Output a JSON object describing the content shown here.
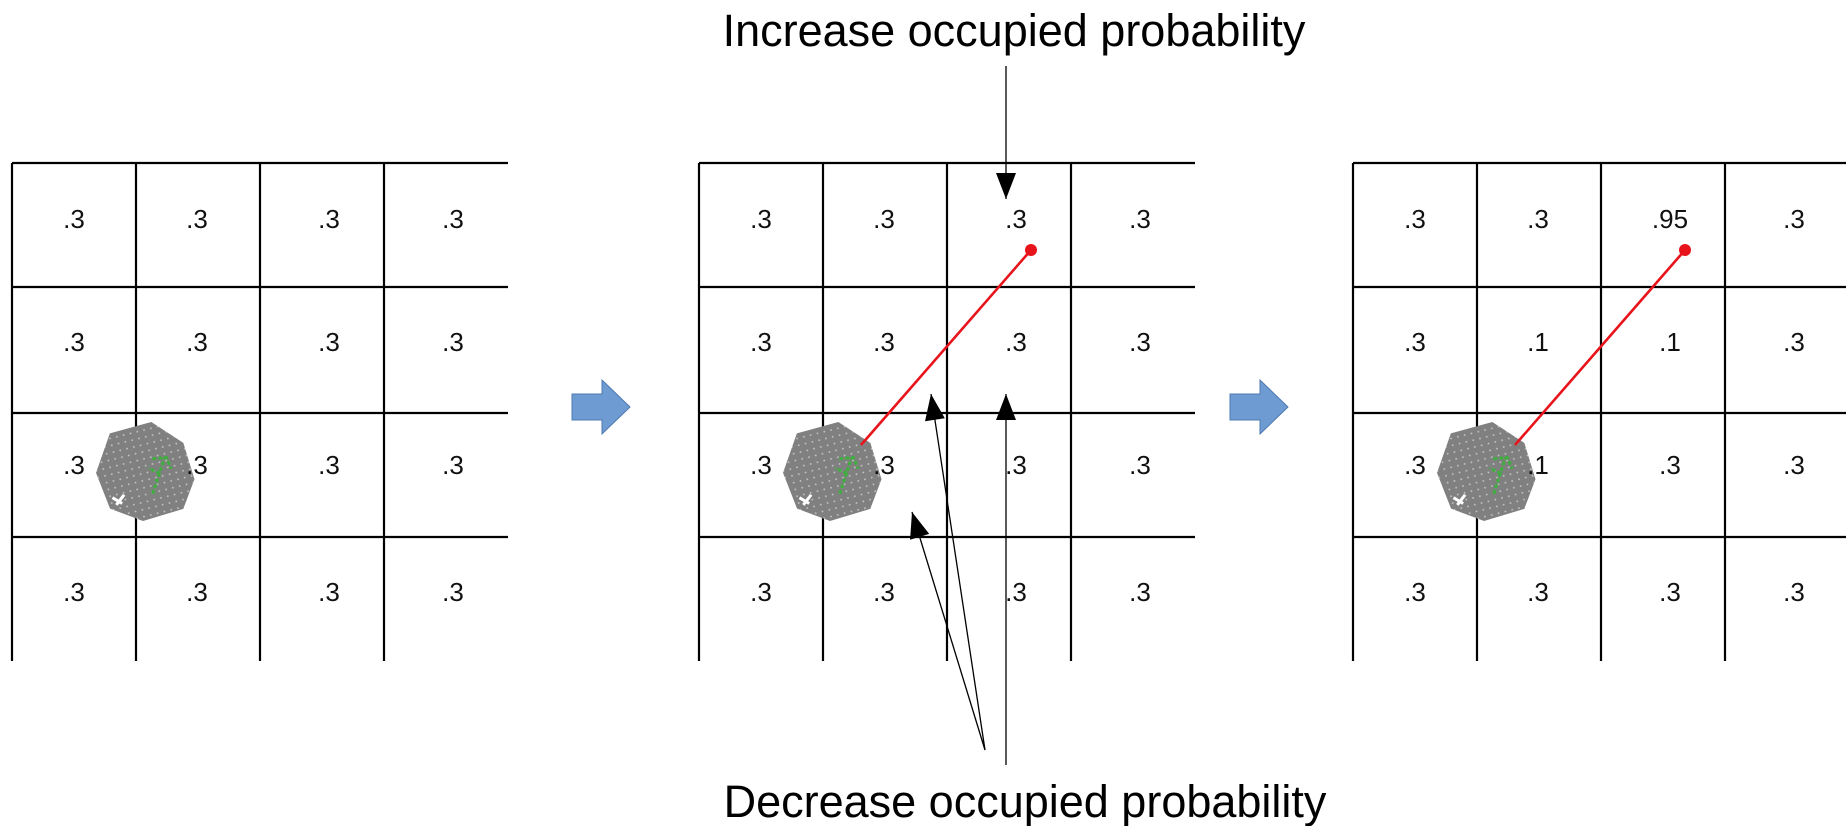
{
  "captions": {
    "top": "Increase occupied probability",
    "bottom": "Decrease occupied probability"
  },
  "grids": [
    {
      "name": "grid-initial",
      "cells": [
        [
          ".3",
          ".3",
          ".3",
          ".3"
        ],
        [
          ".3",
          ".3",
          ".3",
          ".3"
        ],
        [
          ".3",
          ".3",
          ".3",
          ".3"
        ],
        [
          ".3",
          ".3",
          ".3",
          ".3"
        ]
      ],
      "ray": false
    },
    {
      "name": "grid-ray-cast",
      "cells": [
        [
          ".3",
          ".3",
          ".3",
          ".3"
        ],
        [
          ".3",
          ".3",
          ".3",
          ".3"
        ],
        [
          ".3",
          ".3",
          ".3",
          ".3"
        ],
        [
          ".3",
          ".3",
          ".3",
          ".3"
        ]
      ],
      "ray": true
    },
    {
      "name": "grid-updated",
      "cells": [
        [
          ".3",
          ".3",
          ".95",
          ".3"
        ],
        [
          ".3",
          ".1",
          ".1",
          ".3"
        ],
        [
          ".3",
          ".1",
          ".3",
          ".3"
        ],
        [
          ".3",
          ".3",
          ".3",
          ".3"
        ]
      ],
      "ray": true
    }
  ],
  "colors": {
    "grid_line": "#000000",
    "ray": "#e8141b",
    "flow_arrow": "#6f9bd3",
    "flow_arrow_stroke": "#4d78b0",
    "robot_body": "#808080",
    "robot_marker": "#3fae3f"
  },
  "icons": {
    "robot": "robot-icon",
    "flow": "right-arrow-icon"
  }
}
